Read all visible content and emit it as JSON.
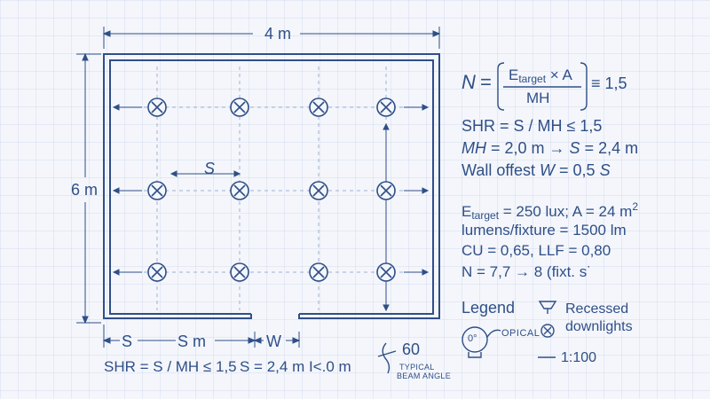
{
  "dimensions": {
    "width": "4 m",
    "height": "6 m",
    "bottom_s": "S",
    "bottom_sm": "S m",
    "bottom_w": "W"
  },
  "plan": {
    "spacing_label": "S",
    "fixture_rows": 3,
    "fixture_cols": 4,
    "fixture_symbol": "⊗"
  },
  "formula": {
    "n": "N",
    "eq": "=",
    "e_target_base": "E",
    "e_target_sub": "target",
    "times": "×",
    "a": "A",
    "denominator": "MH",
    "tail": "≡ 1,5"
  },
  "notes": {
    "shr": "SHR = S / MH ≤ 1,5",
    "mh_prefix": "MH",
    "mh_rest": " = 2,0 m → ",
    "mh_s": "S",
    "mh_end": " = 2,4 m",
    "wall_prefix": "Wall offest ",
    "wall_w": "W",
    "wall_mid": " = 0,5 ",
    "wall_s": "S",
    "et_base": "E",
    "et_sub": "target",
    "et_rest": " = 250 lux; A = 24 m",
    "et_sup": "2",
    "lumens": "lumens/fixture = 1500 lm",
    "cu": "CU = 0,65, LLF = 0,80",
    "n_result": "N = 7,7 → 8 (fixt. s˙"
  },
  "legend": {
    "title": "Legend",
    "recessed_line1": "Recessed",
    "recessed_line2": "downlights",
    "optical_angle": "0°",
    "optical_label": "OPICAL",
    "scale": "1:100"
  },
  "footer": {
    "shr": "SHR = S / MH ≤ 1,5",
    "s_value": "S = 2,4 m  I<.0 m",
    "beam_value": "60",
    "beam_label1": "TYPICAL",
    "beam_label2": "BEAM ANGLE"
  },
  "colors": {
    "ink": "#2f4f87",
    "paper": "#f4f6fb",
    "grid": "#cdd7ea"
  }
}
